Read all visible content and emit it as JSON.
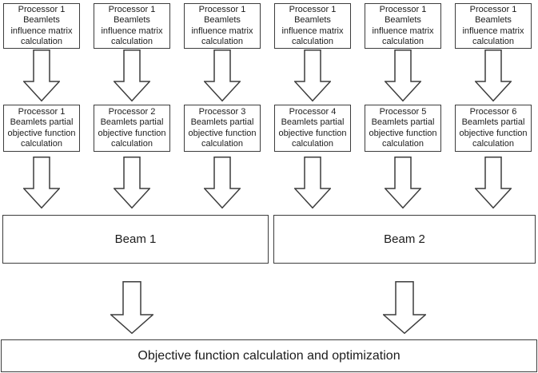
{
  "diagram": {
    "colors": {
      "background": "#ffffff",
      "border": "#3d3d3d",
      "text": "#1c1c1c",
      "arrow_fill": "#ffffff"
    },
    "influence_row": {
      "boxes": [
        {
          "text": "Processor 1\nBeamlets\ninfluence matrix\ncalculation"
        },
        {
          "text": "Processor 1\nBeamlets\ninfluence matrix\ncalculation"
        },
        {
          "text": "Processor 1\nBeamlets\ninfluence matrix\ncalculation"
        },
        {
          "text": "Processor 1\nBeamlets\ninfluence matrix\ncalculation"
        },
        {
          "text": "Processor 1\nBeamlets\ninfluence matrix\ncalculation"
        },
        {
          "text": "Processor 1\nBeamlets\ninfluence matrix\ncalculation"
        }
      ]
    },
    "partial_row": {
      "boxes": [
        {
          "text": "Processor 1\nBeamlets partial\nobjective function\ncalculation"
        },
        {
          "text": "Processor 2\nBeamlets partial\nobjective function\ncalculation"
        },
        {
          "text": "Processor 3\nBeamlets partial\nobjective function\ncalculation"
        },
        {
          "text": "Processor 4\nBeamlets partial\nobjective function\ncalculation"
        },
        {
          "text": "Processor 5\nBeamlets partial\nobjective function\ncalculation"
        },
        {
          "text": "Processor 6\nBeamlets partial\nobjective function\ncalculation"
        }
      ]
    },
    "beam_row": {
      "beams": [
        {
          "label": "Beam 1"
        },
        {
          "label": "Beam 2"
        }
      ]
    },
    "final_box": {
      "label": "Objective function calculation and optimization"
    }
  }
}
